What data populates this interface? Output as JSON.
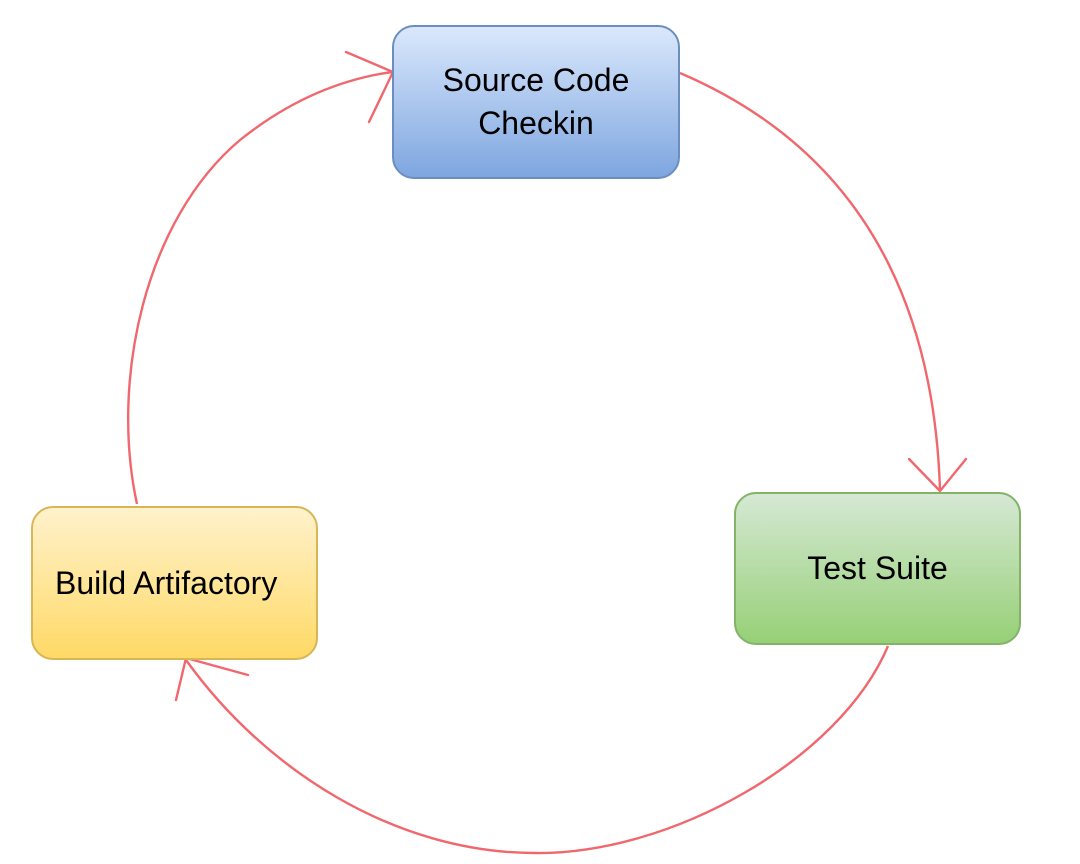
{
  "colors": {
    "edge": "#f0686e",
    "source_gradient": [
      "#dae8fc",
      "#7ea6e0"
    ],
    "source_border": "#6c8ebf",
    "test_gradient": [
      "#d5e8d4",
      "#97d077"
    ],
    "test_border": "#82b366",
    "build_gradient": [
      "#fff2cc",
      "#ffd966"
    ],
    "build_border": "#d6b656"
  },
  "nodes": {
    "source": {
      "label": "Source Code\nCheckin"
    },
    "test": {
      "label": "Test Suite"
    },
    "build": {
      "label": "Build Artifactory"
    }
  },
  "edges": [
    {
      "from": "source",
      "to": "test",
      "arrow": "open-chevron"
    },
    {
      "from": "test",
      "to": "build",
      "arrow": "open-chevron"
    },
    {
      "from": "build",
      "to": "source",
      "arrow": "open-chevron"
    }
  ]
}
